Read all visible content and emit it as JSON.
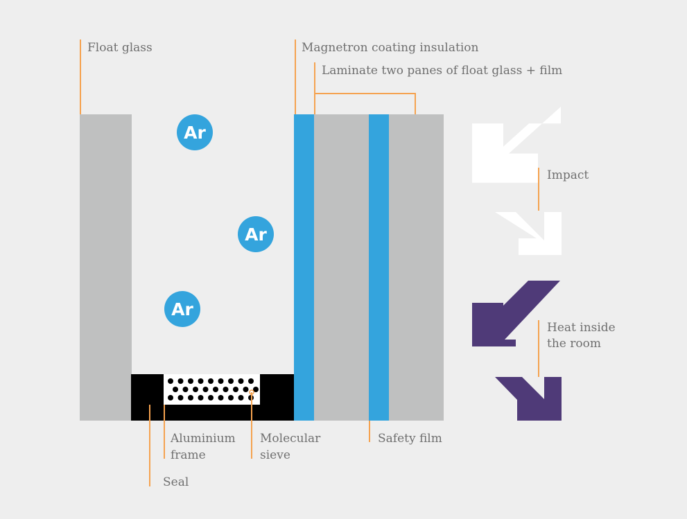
{
  "colors": {
    "background": "#eeeeee",
    "glass": "#bfc0c0",
    "coating": "#34a4dd",
    "leader": "#f5a24f",
    "seal": "#000000",
    "sieve_bg": "#ffffff",
    "impact_arrow": "#ffffff",
    "heat_arrow": "#4f3a78",
    "text": "#6f6f6f"
  },
  "labels": {
    "float_glass": "Float glass",
    "magnetron": "Magnetron coating insulation",
    "laminate": "Laminate two panes of float glass + film",
    "impact": "Impact",
    "heat_line1": "Heat inside",
    "heat_line2": "the room",
    "aluminium_line1": "Aluminium",
    "aluminium_line2": "frame",
    "molecular_line1": "Molecular",
    "molecular_line2": "sieve",
    "safety_film": "Safety film",
    "seal": "Seal"
  },
  "gas": [
    "Ar",
    "Ar",
    "Ar"
  ],
  "icons": {
    "impact_arrows": "diagonal-arrow-icon",
    "heat_arrows": "diagonal-arrow-icon"
  }
}
